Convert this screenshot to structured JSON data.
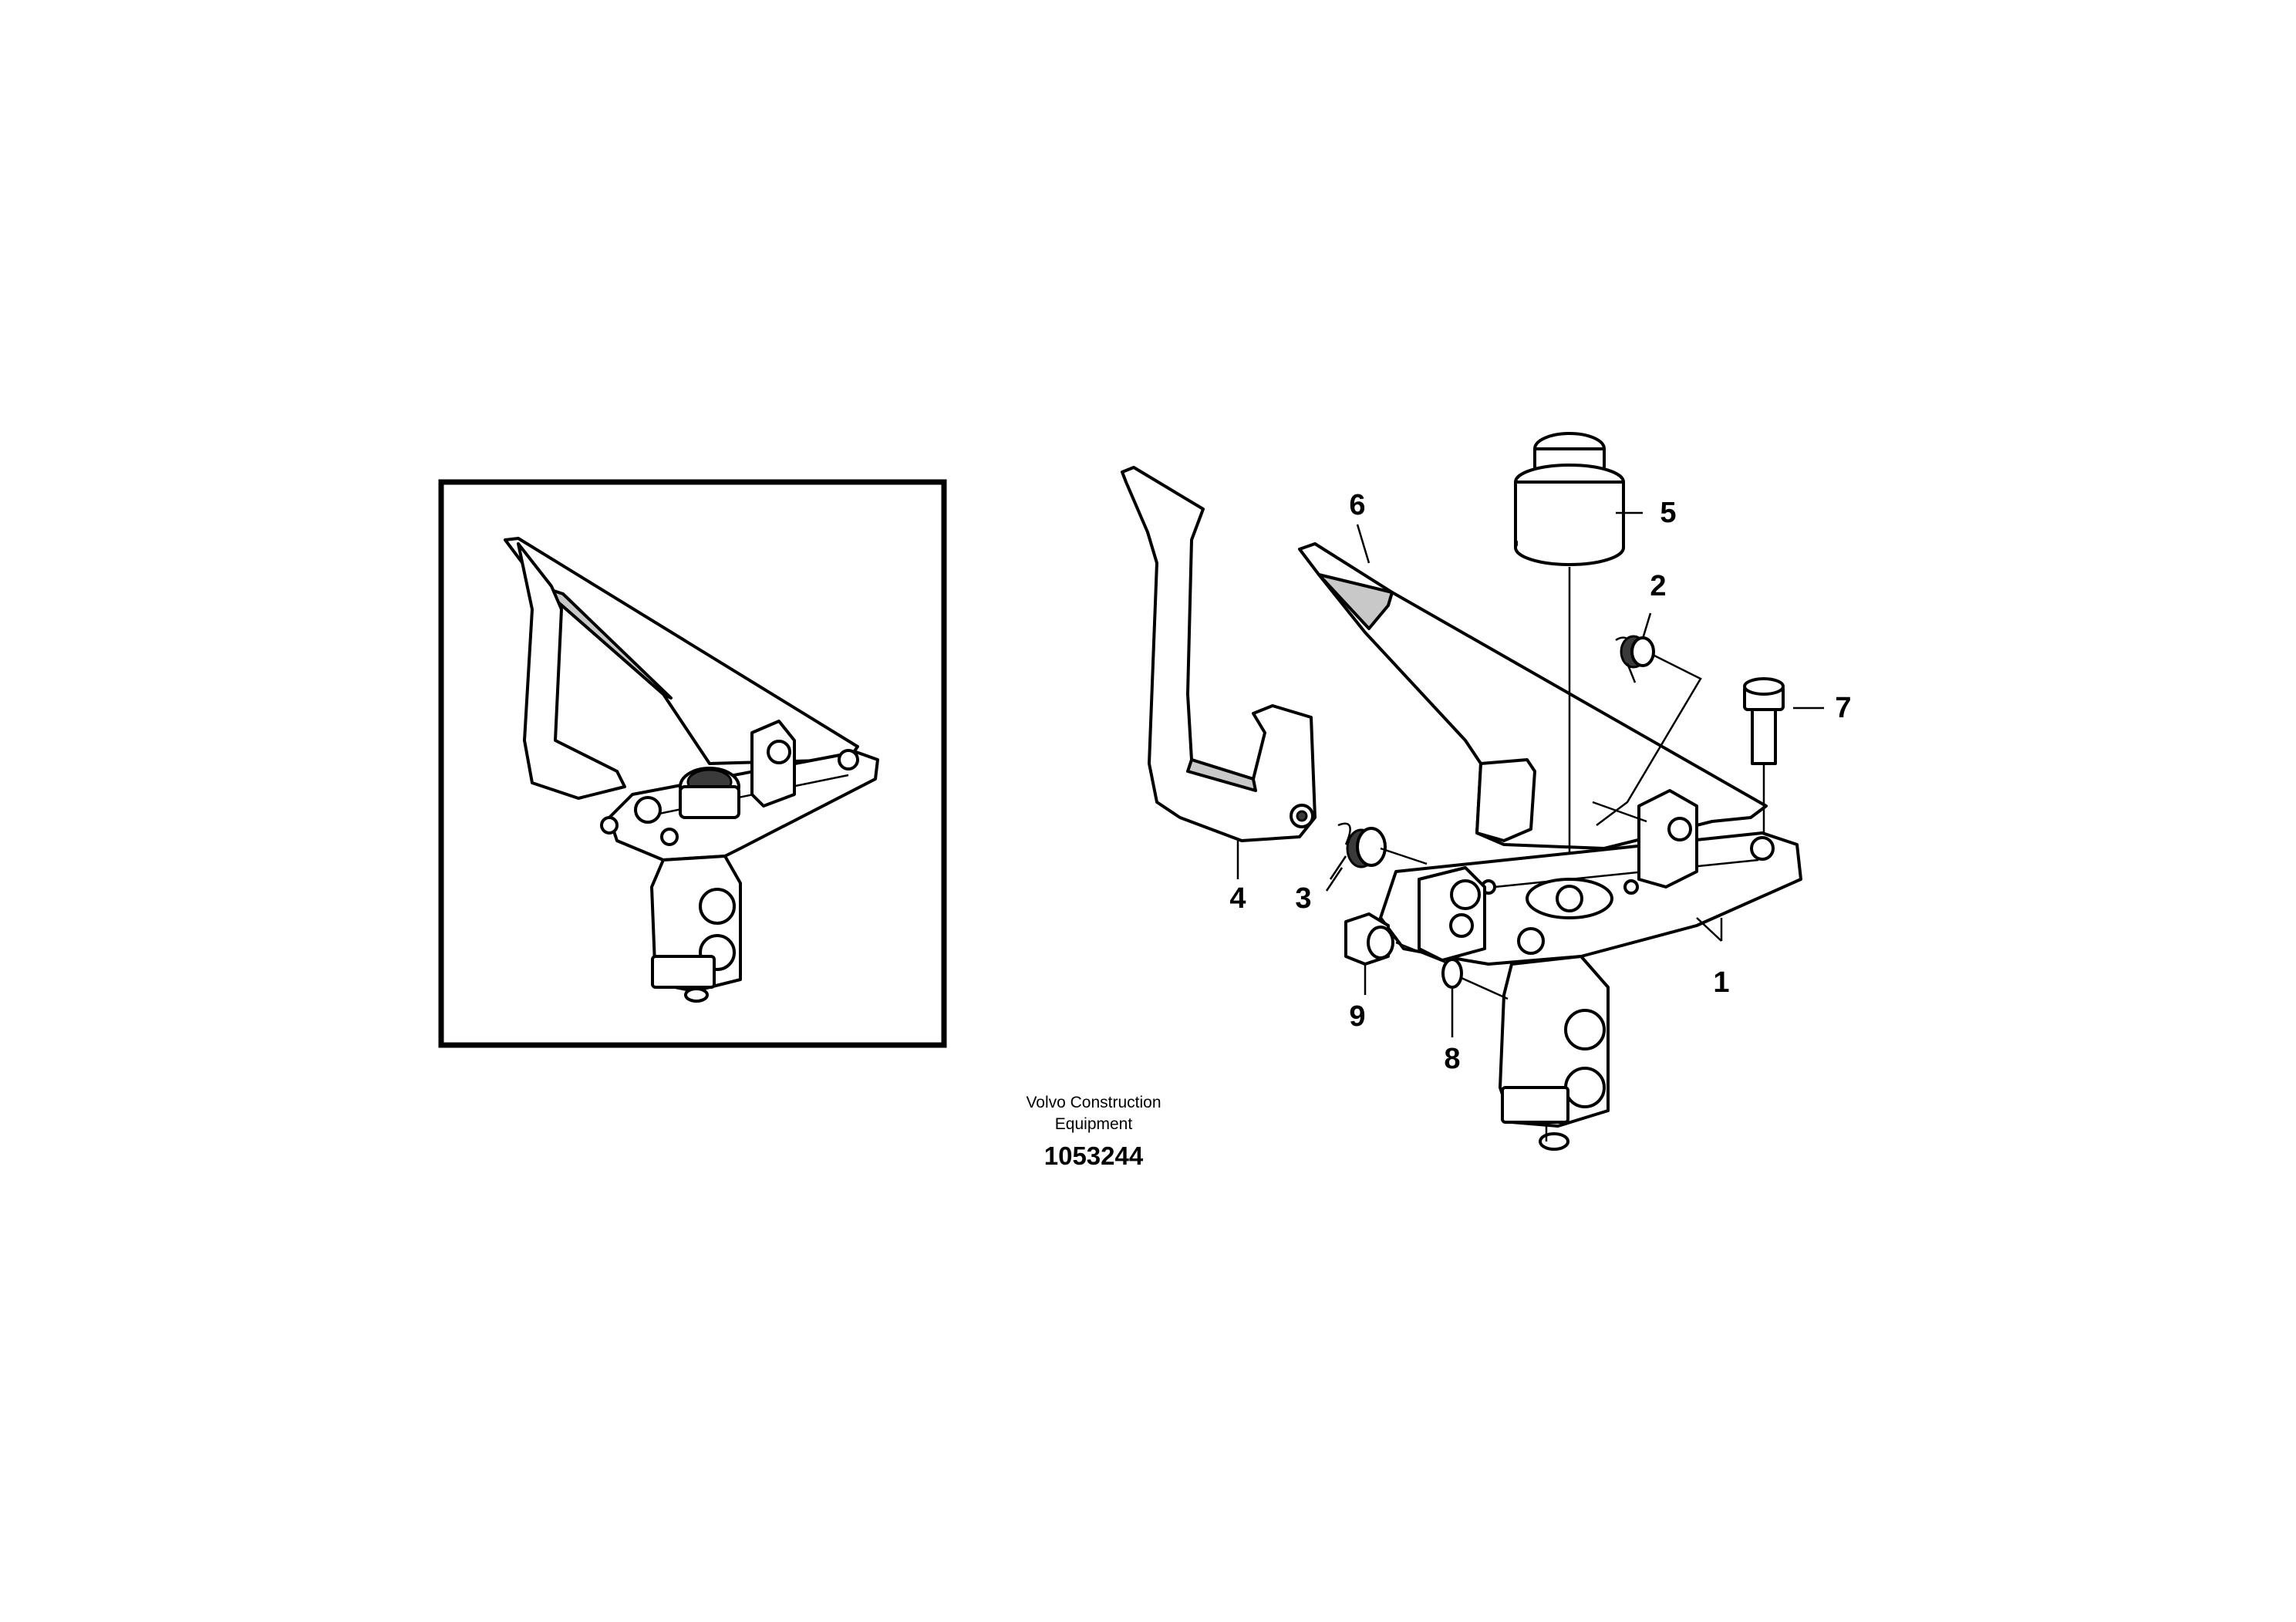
{
  "callouts": [
    {
      "id": "1",
      "label": "1"
    },
    {
      "id": "2",
      "label": "2"
    },
    {
      "id": "3",
      "label": "3"
    },
    {
      "id": "4",
      "label": "4"
    },
    {
      "id": "5",
      "label": "5"
    },
    {
      "id": "6",
      "label": "6"
    },
    {
      "id": "7",
      "label": "7"
    },
    {
      "id": "8",
      "label": "8"
    },
    {
      "id": "9",
      "label": "9"
    }
  ],
  "footer": {
    "brand_line1": "Volvo Construction",
    "brand_line2": "Equipment",
    "document_number": "1053244"
  }
}
